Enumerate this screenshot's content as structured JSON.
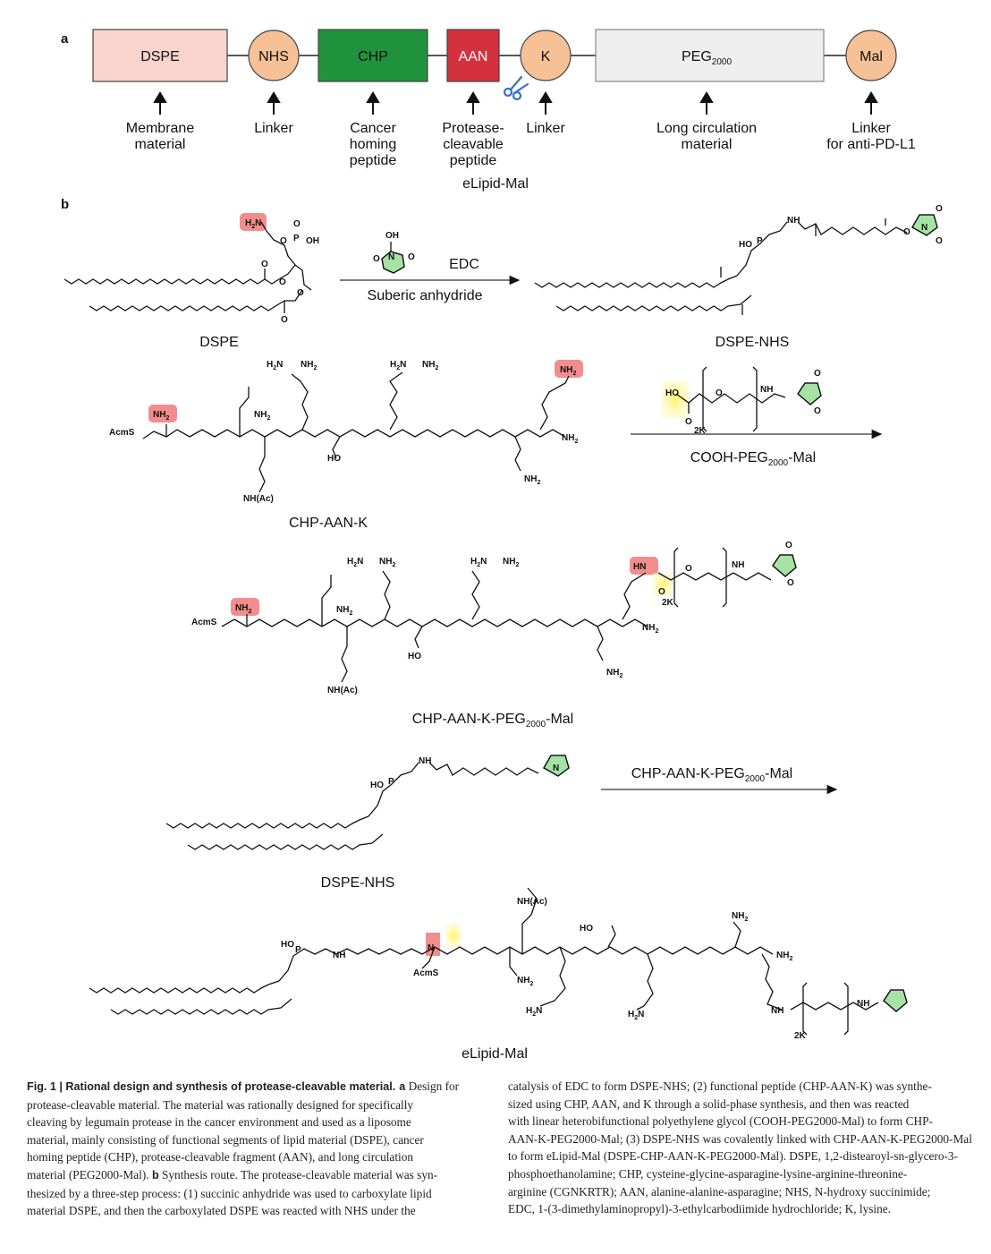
{
  "panel_a": {
    "label": "a",
    "blocks": [
      {
        "text": "DSPE",
        "color": "#f9d3cd"
      },
      {
        "text": "NHS",
        "color": "#f6c196"
      },
      {
        "text": "CHP",
        "color": "#20923c"
      },
      {
        "text": "AAN",
        "color": "#d4313f"
      },
      {
        "text": "K",
        "color": "#f6c196"
      },
      {
        "text": "PEG",
        "sub": "2000",
        "color": "#eeeeee"
      },
      {
        "text": "Mal",
        "color": "#f6c196"
      }
    ],
    "descriptions": [
      [
        "Membrane",
        "material"
      ],
      [
        "Linker"
      ],
      [
        "Cancer",
        "homing",
        "peptide"
      ],
      [
        "Protease-",
        "cleavable",
        "peptide"
      ],
      [
        "Linker"
      ],
      [
        "Long circulation",
        "material"
      ],
      [
        "Linker",
        "for anti-PD-L1"
      ]
    ],
    "title": "eLipid-Mal"
  },
  "panel_b": {
    "label": "b",
    "step1": {
      "start": "DSPE",
      "product": "DSPE-NHS",
      "reagent_top": "EDC",
      "reagent_bottom": "Suberic anhydride"
    },
    "step2": {
      "start": "CHP-AAN-K",
      "reagent": "COOH-PEG",
      "reagent_sub": "2000",
      "reagent_tail": "-Mal",
      "product": "CHP-AAN-K-PEG",
      "product_sub": "2000",
      "product_tail": "-Mal"
    },
    "step3": {
      "start": "DSPE-NHS",
      "reagent": "CHP-AAN-K-PEG",
      "reagent_sub": "2000",
      "reagent_tail": "-Mal",
      "product": "eLipid-Mal"
    },
    "atoms": {
      "nh2": "NH",
      "nh2_sub": "2",
      "hn": "HN",
      "h2n": "H",
      "n": "N",
      "nh": "NH",
      "h": "H",
      "o": "O",
      "oh": "OH",
      "ho": "HO",
      "p": "P",
      "acms": "AcmS",
      "nhac": "NH(Ac)",
      "k2": "2K"
    }
  },
  "caption": {
    "title": "Fig. 1 | Rational design and synthesis of protease-cleavable material.",
    "left_lines": [
      " Design for",
      "protease-cleavable material. The material was rationally designed for specifically",
      "cleaving by legumain protease in the cancer environment and used as a liposome",
      "material, mainly consisting of functional segments of lipid material (DSPE), cancer",
      "homing peptide (CHP), protease-cleavable fragment (AAN), and long circulation",
      "material (PEG2000-Mal). ",
      " Synthesis route. The protease-cleavable material was syn-",
      "thesized by a three-step process: (1) succinic anhydride was used to carboxylate lipid",
      "material DSPE, and then the carboxylated DSPE was reacted with NHS under the"
    ],
    "right_lines": [
      "catalysis of EDC to form DSPE-NHS; (2) functional peptide (CHP-AAN-K) was synthe-",
      "sized using CHP, AAN, and K through a solid-phase synthesis, and then was reacted",
      "with linear heterobifunctional polyethylene glycol (COOH-PEG2000-Mal) to form CHP-",
      "AAN-K-PEG2000-Mal; (3) DSPE-NHS was covalently linked with CHP-AAN-K-PEG2000-Mal",
      "to form eLipid-Mal (DSPE-CHP-AAN-K-PEG2000-Mal). DSPE, 1,2-distearoyl-sn-glycero-3-",
      "phosphoethanolamine; CHP, cysteine-glycine-asparagine-lysine-arginine-threonine-",
      "arginine (CGNKRTR); AAN, alanine-alanine-asparagine; NHS, N-hydroxy succinimide;",
      "EDC, 1-(3-dimethylaminopropyl)-3-ethylcarbodiimide hydrochloride; K, lysine."
    ],
    "label_a": "a",
    "label_b": "b"
  }
}
